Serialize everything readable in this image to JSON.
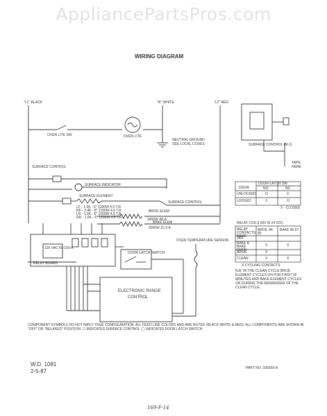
{
  "watermark": "AppliancePartsPros.com",
  "title": "WIRING DIAGRAM",
  "lines": {
    "l1": "\"L1\" BLACK",
    "n": "\"N\" WHITE",
    "l2": "\"L2\" RED"
  },
  "components": {
    "oven_lite_sw": "OVEN LITE SW",
    "oven_lite": "OVEN LITE",
    "neutral_ground": "NEUTRAL GROUND",
    "neutral_ground_2": "SEE LOCAL CODES",
    "surface_control": "SURFACE CONTROL",
    "surface_indicator": "SURFACE INDICATOR",
    "surface_element": "SURFACE ELEMENT",
    "elem_ratings": [
      "LF - 1.5K - 6\" 1200W 4.5 T.R.",
      "RF - 2.4K - 8\" 2100W 4.5 T.R.",
      "LR - 1.5K - 6\" 1200W 4.5 T.R.",
      "RR - 1.5K - 6\" 1200W 4.5 T.R."
    ],
    "broil_elem": "BROIL ELEM",
    "broil_rating": "3400W 48-A",
    "bake_elem": "BAKE ELEM",
    "bake_rating": "2000W 22.3-A",
    "surface_control_2": "SURFACE CONTROL",
    "relay_board": "RELAY BOARD",
    "door_latch_switch": "DOOR LATCH SWITCH",
    "oven_temp_sensor": "OVEN TEMPERATURE SENSOR",
    "erc": "ELECTRONIC RANGE",
    "erc_2": "CONTROL",
    "ic_label": "120 VAC 60-150-A",
    "inset_caption": "SURFACE CONTROL (M-1)",
    "inset_tape": "TAPE",
    "inset_here": "HERE"
  },
  "door_latch_table": {
    "header": "DOOR LATCH SW",
    "cols": [
      "NO",
      "NC"
    ],
    "row_label": "DOOR",
    "rows": [
      {
        "state": "UNLOCKED",
        "no": "O",
        "nc": "X"
      },
      {
        "state": "LOCKED",
        "no": "X",
        "nc": "O"
      }
    ],
    "legend": "X - CLOSED"
  },
  "relay_table": {
    "header": "RELAY COILS 600 W  24 VDC",
    "col_head": [
      "RELAY CONTACTS MADE",
      "BROIL 84  85",
      "BAKE 86  87"
    ],
    "rows": [
      {
        "mode": "OFF",
        "broil": "",
        "bake": ""
      },
      {
        "mode": "BAKE & BAKE OVEN",
        "broil": "X",
        "bake": "X"
      },
      {
        "mode": "BROIL",
        "broil": "X",
        "bake": ""
      },
      {
        "mode": "CLEAN",
        "broil": "X",
        "bake": "X"
      }
    ],
    "legend": "X CYCLING CONTACTS"
  },
  "clean_note": "N.B. IN THE CLEAN CYCLE BROIL ELEMENT CYCLES ON FOR FIRST 30 MINUTES AND BAKE ELEMENT CYCLES ON DURING THE REMAINDER OF THE CLEAN CYCLE.",
  "footnote": "COMPONENT SYMBOLS DO NOT IMPLY TRUE CONFIGURATION. ALL FEED LINE COLORS AND ARE NOTED (BLACK WHITE & RED). ALL COMPONENTS ARE SHOWN IN \"OFF\" OR \"RELAXED\" POSITION.  ☐ INDICATES SURFACE CONTROL  ◯ INDICATES DOOR LATCH SWITCH.",
  "wd_number": "W.D. 1081",
  "wd_date": "2-5-87",
  "part_no": "PART NO. 335555-A",
  "handwriting": "169-F-14"
}
